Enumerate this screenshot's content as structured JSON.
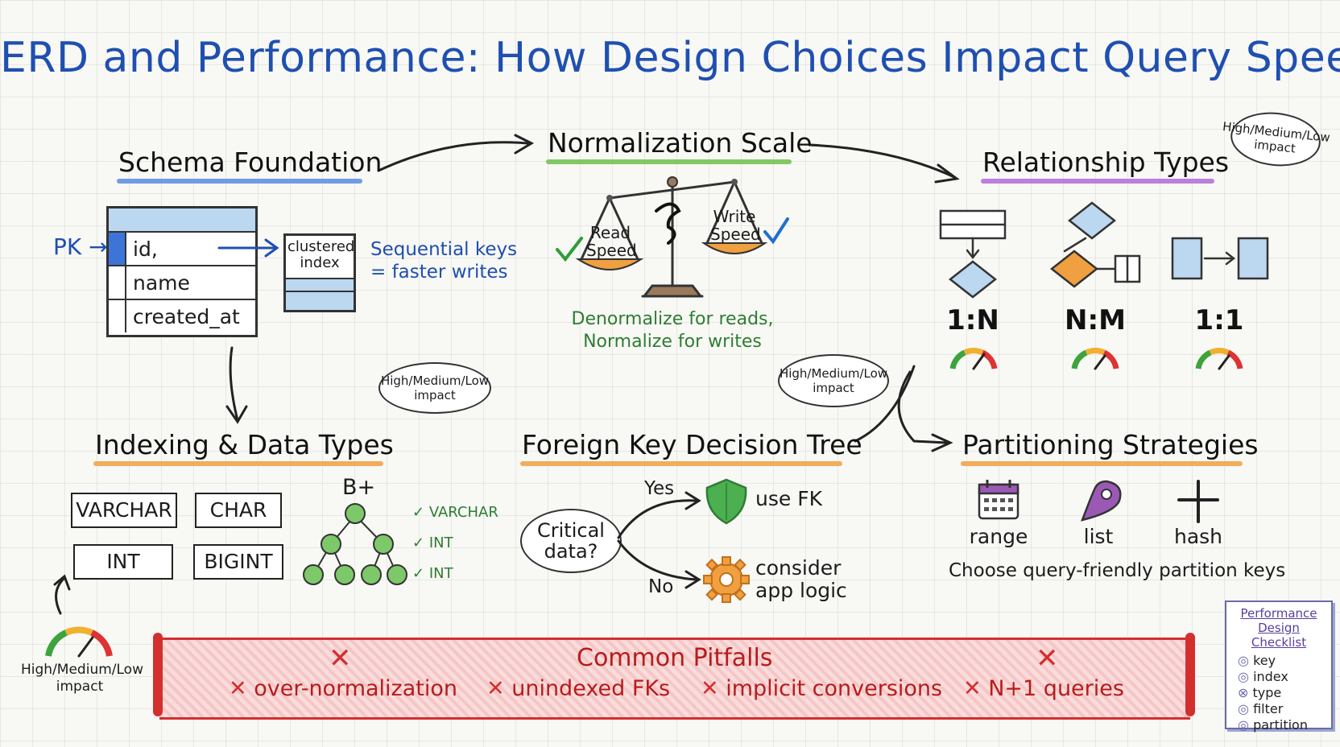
{
  "title": "ERD and Performance: How Design Choices Impact Query Speed",
  "schema_foundation": {
    "heading": "Schema Foundation",
    "pk_label": "PK",
    "fields": [
      "id,",
      "name",
      "created_at"
    ],
    "index_label": "clustered index",
    "note_line1": "Sequential keys",
    "note_line2": "= faster writes"
  },
  "normalization": {
    "heading": "Normalization Scale",
    "read_label": "Read Speed",
    "write_label": "Write Speed",
    "note_line1": "Denormalize for reads,",
    "note_line2": "Normalize for writes"
  },
  "relationships": {
    "heading": "Relationship Types",
    "bubble": "High/Medium/Low impact",
    "types": [
      "1:N",
      "N:M",
      "1:1"
    ]
  },
  "indexing": {
    "heading": "Indexing & Data Types",
    "bubble": "High/Medium/Low impact",
    "types": [
      "VARCHAR",
      "CHAR",
      "INT",
      "BIGINT"
    ],
    "tree_label": "B+",
    "checks": [
      "VARCHAR",
      "INT",
      "INT"
    ],
    "gauge_label": "High/Medium/Low impact"
  },
  "fk_tree": {
    "heading": "Foreign Key Decision Tree",
    "bubble": "High/Medium/Low impact",
    "question": "Critical data?",
    "yes": "Yes",
    "no": "No",
    "yes_action": "use FK",
    "no_action_line1": "consider",
    "no_action_line2": "app logic"
  },
  "partitioning": {
    "heading": "Partitioning Strategies",
    "strategies": [
      "range",
      "list",
      "hash"
    ],
    "note": "Choose query-friendly partition keys"
  },
  "pitfalls": {
    "heading": "Common Pitfalls",
    "items": [
      "over-normalization",
      "unindexed FKs",
      "implicit conversions",
      "N+1 queries"
    ]
  },
  "checklist": {
    "title": "Performance Design Checklist",
    "items": [
      "key",
      "index",
      "type",
      "filter",
      "partition"
    ]
  },
  "colors": {
    "title_blue": "#1f4fb0",
    "green": "#2e7d32",
    "red": "#d32f2f",
    "orange": "#f0a040",
    "purple": "#b36ad8",
    "light_blue": "#bcd7f0"
  }
}
